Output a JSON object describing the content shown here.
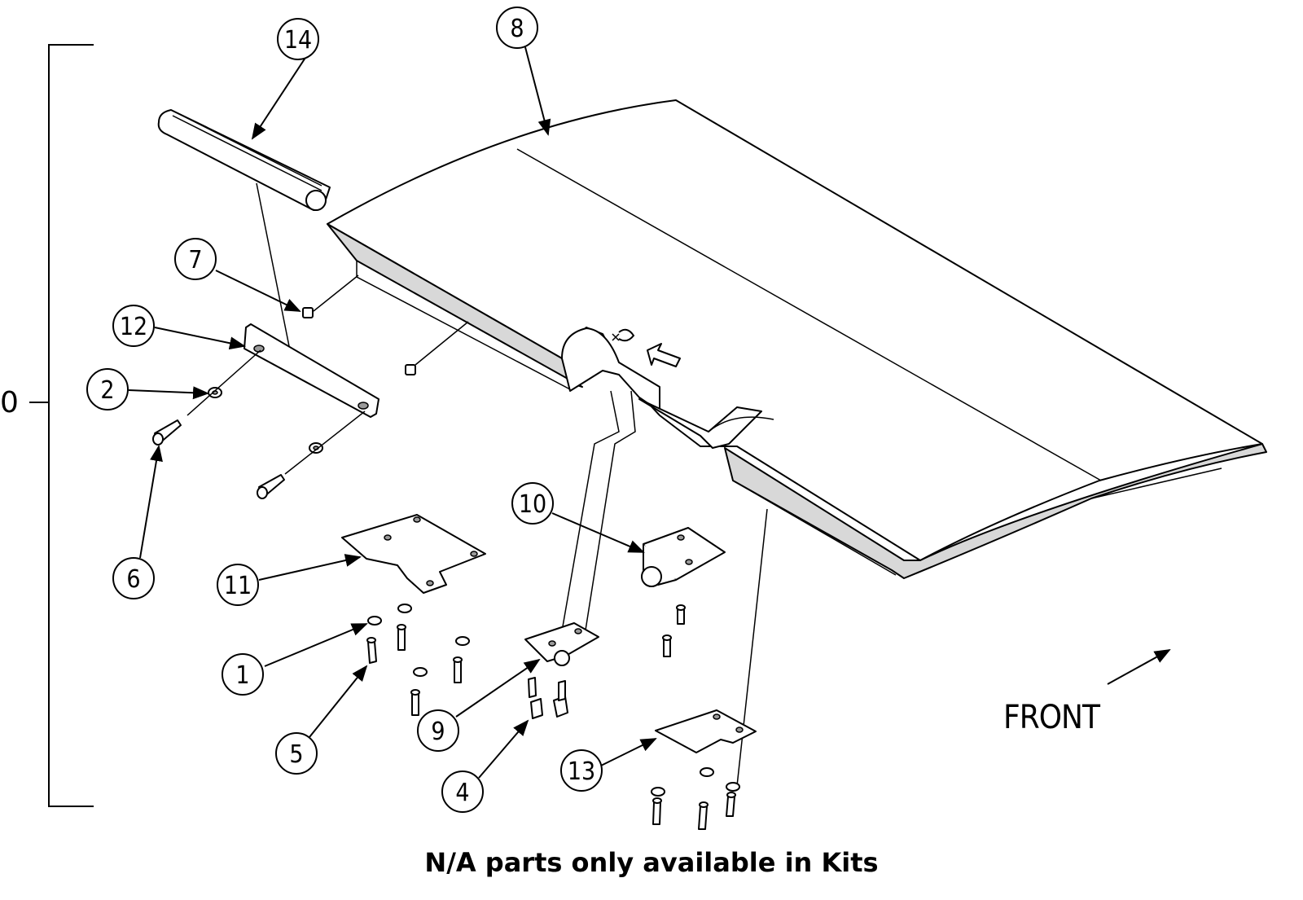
{
  "diagram": {
    "assembly_label": "0",
    "direction_label": "FRONT",
    "footnote": "N/A parts only available in Kits",
    "callouts": [
      "1",
      "2",
      "4",
      "5",
      "6",
      "7",
      "8",
      "9",
      "10",
      "11",
      "12",
      "13",
      "14"
    ]
  }
}
